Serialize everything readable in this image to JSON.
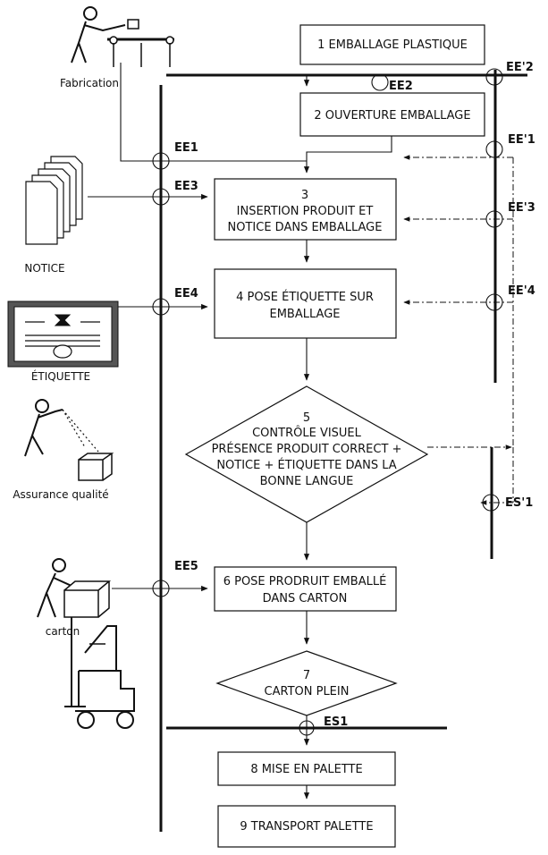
{
  "steps": [
    {
      "id": "1",
      "lines": [
        "1 EMBALLAGE PLASTIQUE"
      ]
    },
    {
      "id": "2",
      "lines": [
        "2 OUVERTURE EMBALLAGE"
      ]
    },
    {
      "id": "3",
      "lines": [
        "3",
        "INSERTION PRODUIT ET",
        "NOTICE DANS EMBALLAGE"
      ]
    },
    {
      "id": "4",
      "lines": [
        "4 POSE ÉTIQUETTE SUR",
        "EMBALLAGE"
      ]
    },
    {
      "id": "5",
      "lines": [
        "5",
        "CONTRÔLE VISUEL",
        "PRÉSENCE PRODUIT CORRECT +",
        "NOTICE + ÉTIQUETTE DANS LA",
        "BONNE LANGUE"
      ]
    },
    {
      "id": "6",
      "lines": [
        "6 POSE PRODRUIT EMBALLÉ",
        "DANS CARTON"
      ]
    },
    {
      "id": "7",
      "lines": [
        "7",
        "CARTON PLEIN"
      ]
    },
    {
      "id": "8",
      "lines": [
        "8 MISE EN PALETTE"
      ]
    },
    {
      "id": "9",
      "lines": [
        "9 TRANSPORT PALETTE"
      ]
    }
  ],
  "tags": {
    "ee2_prime": "EE'2",
    "ee2": "EE2",
    "ee1": "EE1",
    "ee1_prime": "EE'1",
    "ee3": "EE3",
    "ee3_prime": "EE'3",
    "ee4": "EE4",
    "ee4_prime": "EE'4",
    "es1_prime": "ES'1",
    "ee5": "EE5",
    "es1": "ES1"
  },
  "side_labels": {
    "fabrication": "Fabrication",
    "notice": "NOTICE",
    "etiquette": "ÉTIQUETTE",
    "assurance": "Assurance qualité",
    "carton": "carton"
  },
  "icons": [
    "worker-conveyor-icon",
    "documents-stack-icon",
    "certificate-label-icon",
    "inspector-box-icon",
    "worker-carton-icon",
    "forklift-icon"
  ]
}
